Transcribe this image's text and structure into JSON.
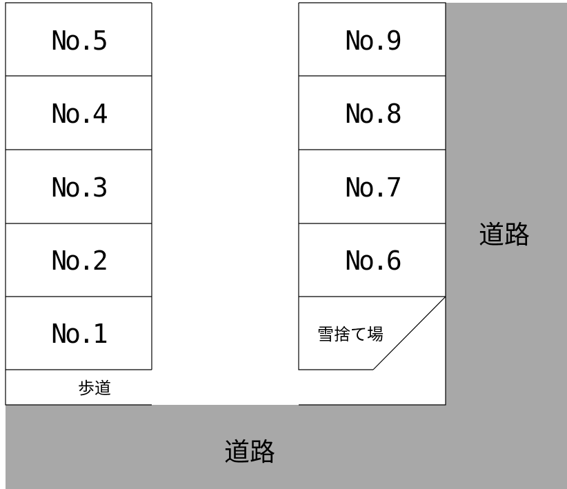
{
  "colors": {
    "road": "#a8a8a8",
    "lot": "#ffffff",
    "line": "#000000"
  },
  "left_spots": [
    "No.5",
    "No.4",
    "No.3",
    "No.2",
    "No.1"
  ],
  "right_spots": [
    "No.9",
    "No.8",
    "No.7",
    "No.6"
  ],
  "snow_area_label": "雪捨て場",
  "sidewalk_label": "歩道",
  "road_right_label": "道路",
  "road_bottom_label": "道路"
}
